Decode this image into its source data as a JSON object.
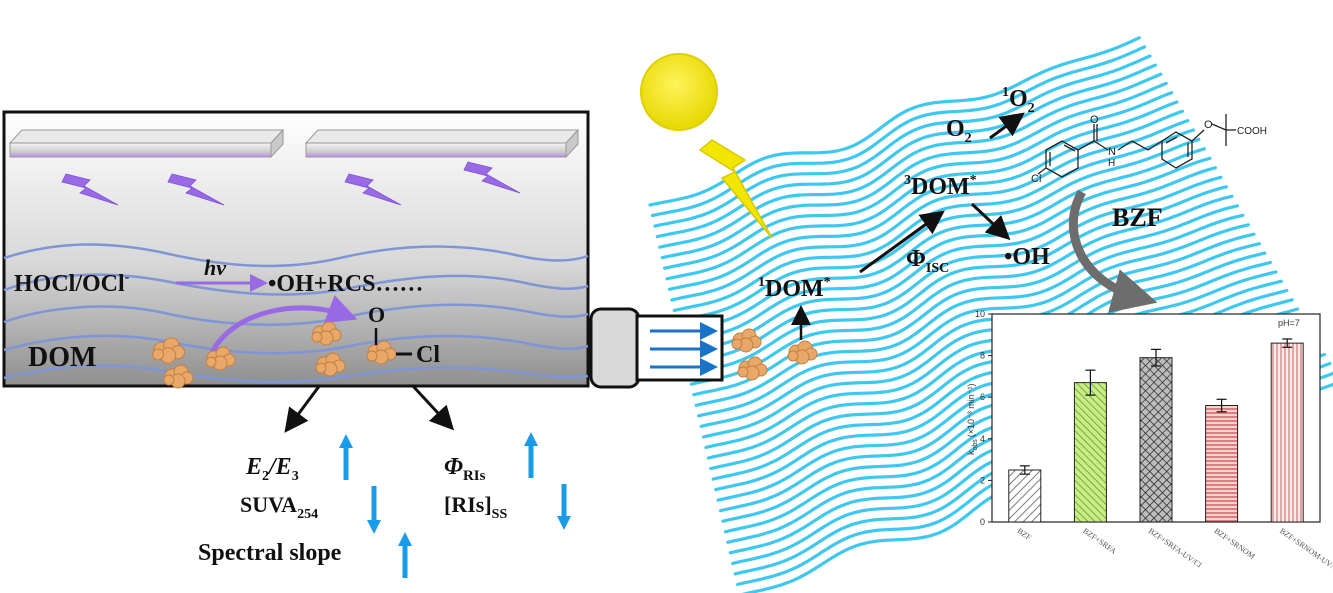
{
  "reactor": {
    "reaction_reactant": "HOCl/OCl",
    "reaction_reactant_sup": "-",
    "reaction_light": "hv",
    "reaction_products": "•OH+RCS……",
    "dom_label": "DOM",
    "carbonyl_o": "O",
    "chlorine": "Cl"
  },
  "indicators": {
    "e2e3_e": "E",
    "e2e3_sub1": "2",
    "e2e3_slash": "/E",
    "e2e3_sub2": "3",
    "suva": "SUVA",
    "suva_sub": "254",
    "spectral_slope": "Spectral slope",
    "phi_ri": "Φ",
    "phi_ri_sub": "RIs",
    "ri_ss": "[RIs]",
    "ri_ss_sub": "SS"
  },
  "photochem": {
    "singlet_dom": "DOM",
    "singlet_sup_left": "1",
    "singlet_sup_right": "*",
    "triplet_dom": "DOM",
    "triplet_sup_left": "3",
    "triplet_sup_right": "*",
    "phi_isc": "Φ",
    "phi_isc_sub": "ISC",
    "oxygen": "O",
    "oxygen_sub": "2",
    "singlet_oxygen": "O",
    "singlet_oxygen_sup": "1",
    "singlet_oxygen_sub": "2",
    "hydroxyl": "•OH",
    "compound": "BZF",
    "molecule_cl": "Cl",
    "molecule_nh": "H",
    "molecule_n": "N",
    "molecule_o": "O",
    "molecule_cooh": "COOH"
  },
  "chart_data": {
    "type": "bar",
    "ylabel": "k",
    "ylabel_sub": "obs",
    "ylabel_unit": "(×10⁻³ min⁻¹)",
    "annotation": "pH=7",
    "ylim": [
      0,
      10
    ],
    "yticks": [
      "0",
      "2",
      "4",
      "6",
      "8",
      "10"
    ],
    "categories": [
      "BZF",
      "BZF+SRFA",
      "BZF+SRFA-UV/Cl",
      "BZF+SRNOM",
      "BZF+SRNOM-UV/Cl"
    ],
    "values": [
      2.5,
      6.7,
      7.9,
      5.6,
      8.6
    ],
    "errors": [
      0.2,
      0.6,
      0.4,
      0.3,
      0.2
    ],
    "colors": [
      "#8c8c8c",
      "#9bd33a",
      "#3f3f3f",
      "#e07070",
      "#e9a9a9"
    ]
  },
  "colors": {
    "arrow_blue": "#1a9be8",
    "wave_blue": "#3ec8f0",
    "lamp_violet": "#b98cf0",
    "dom_particle": "#e8a86a",
    "sun": "#f2e600"
  }
}
